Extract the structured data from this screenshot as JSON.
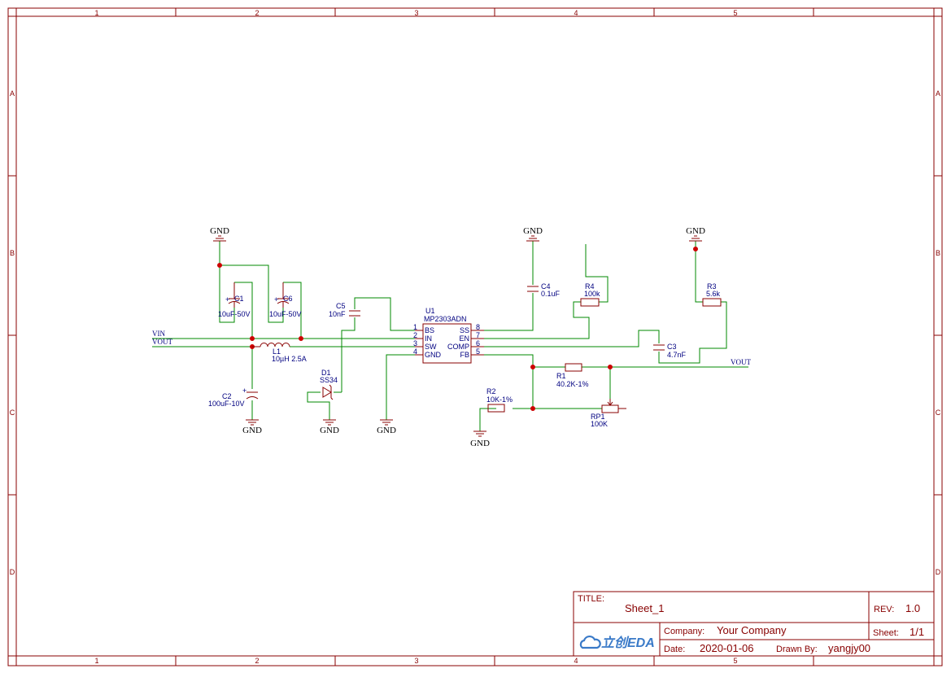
{
  "border": {
    "columns": [
      "1",
      "2",
      "3",
      "4",
      "5"
    ],
    "rows": [
      "A",
      "B",
      "C",
      "D"
    ]
  },
  "title_block": {
    "title_label": "TITLE:",
    "title": "Sheet_1",
    "rev_label": "REV:",
    "rev": "1.0",
    "company_label": "Company:",
    "company": "Your Company",
    "sheet_label": "Sheet:",
    "sheet": "1/1",
    "date_label": "Date:",
    "date": "2020-01-06",
    "drawn_by_label": "Drawn By:",
    "drawn_by": "yangjy00",
    "logo_text": "立创EDA"
  },
  "ground_label": "GND",
  "nets": {
    "vin": "VIN",
    "vout": "VOUT"
  },
  "components": {
    "c1": {
      "ref": "C1",
      "value": "10uF-50V"
    },
    "c6": {
      "ref": "C6",
      "value": "10uF-50V"
    },
    "c5": {
      "ref": "C5",
      "value": "10nF"
    },
    "c4": {
      "ref": "C4",
      "value": "0.1uF"
    },
    "c2": {
      "ref": "C2",
      "value": "100uF-10V"
    },
    "c3": {
      "ref": "C3",
      "value": "4.7nF"
    },
    "l1": {
      "ref": "L1",
      "value": "10µH 2.5A"
    },
    "d1": {
      "ref": "D1",
      "value": "SS34"
    },
    "r1": {
      "ref": "R1",
      "value": "40.2K-1%"
    },
    "r2": {
      "ref": "R2",
      "value": "10K-1%"
    },
    "r3": {
      "ref": "R3",
      "value": "5.6k"
    },
    "r4": {
      "ref": "R4",
      "value": "100k"
    },
    "rp1": {
      "ref": "RP1",
      "value": "100K"
    },
    "u1": {
      "ref": "U1",
      "value": "MP2303ADN",
      "left_pins": [
        {
          "num": "1",
          "name": "BS"
        },
        {
          "num": "2",
          "name": "IN"
        },
        {
          "num": "3",
          "name": "SW"
        },
        {
          "num": "4",
          "name": "GND"
        }
      ],
      "right_pins": [
        {
          "num": "8",
          "name": "SS"
        },
        {
          "num": "7",
          "name": "EN"
        },
        {
          "num": "6",
          "name": "COMP"
        },
        {
          "num": "5",
          "name": "FB"
        }
      ]
    }
  }
}
